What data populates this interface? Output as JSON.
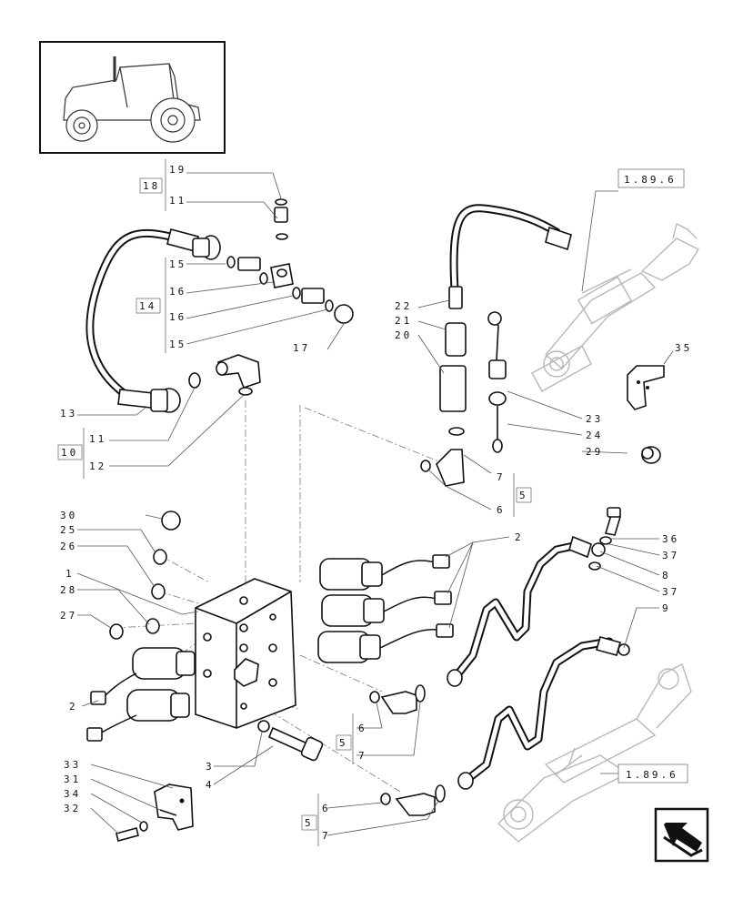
{
  "labels": {
    "l19": "19",
    "l18": "18",
    "l11a": "11",
    "l15a": "15",
    "l14": "14",
    "l16a": "16",
    "l16b": "16",
    "l15b": "15",
    "l17": "17",
    "l13": "13",
    "l11b": "11",
    "l10": "10",
    "l12": "12",
    "l22": "22",
    "l21": "21",
    "l20": "20",
    "l23": "23",
    "l24": "24",
    "l29": "29",
    "l35": "35",
    "l7a": "7",
    "l5a": "5",
    "l6a": "6",
    "l30": "30",
    "l25": "25",
    "l26": "26",
    "l1": "1",
    "l28": "28",
    "l27": "27",
    "l2a": "2",
    "l2b": "2",
    "l36": "36",
    "l37a": "37",
    "l8": "8",
    "l37b": "37",
    "l9": "9",
    "l6b": "6",
    "l5b": "5",
    "l7b": "7",
    "l3": "3",
    "l4": "4",
    "l33": "33",
    "l31": "31",
    "l34": "34",
    "l32": "32",
    "l6c": "6",
    "l5c": "5",
    "l7c": "7",
    "ref_top": "1.89.6",
    "ref_bottom": "1.89.6"
  },
  "icons": {
    "thumbnail": "tractor-thumbnail-icon",
    "navigation": "next-page-arrow-icon"
  }
}
